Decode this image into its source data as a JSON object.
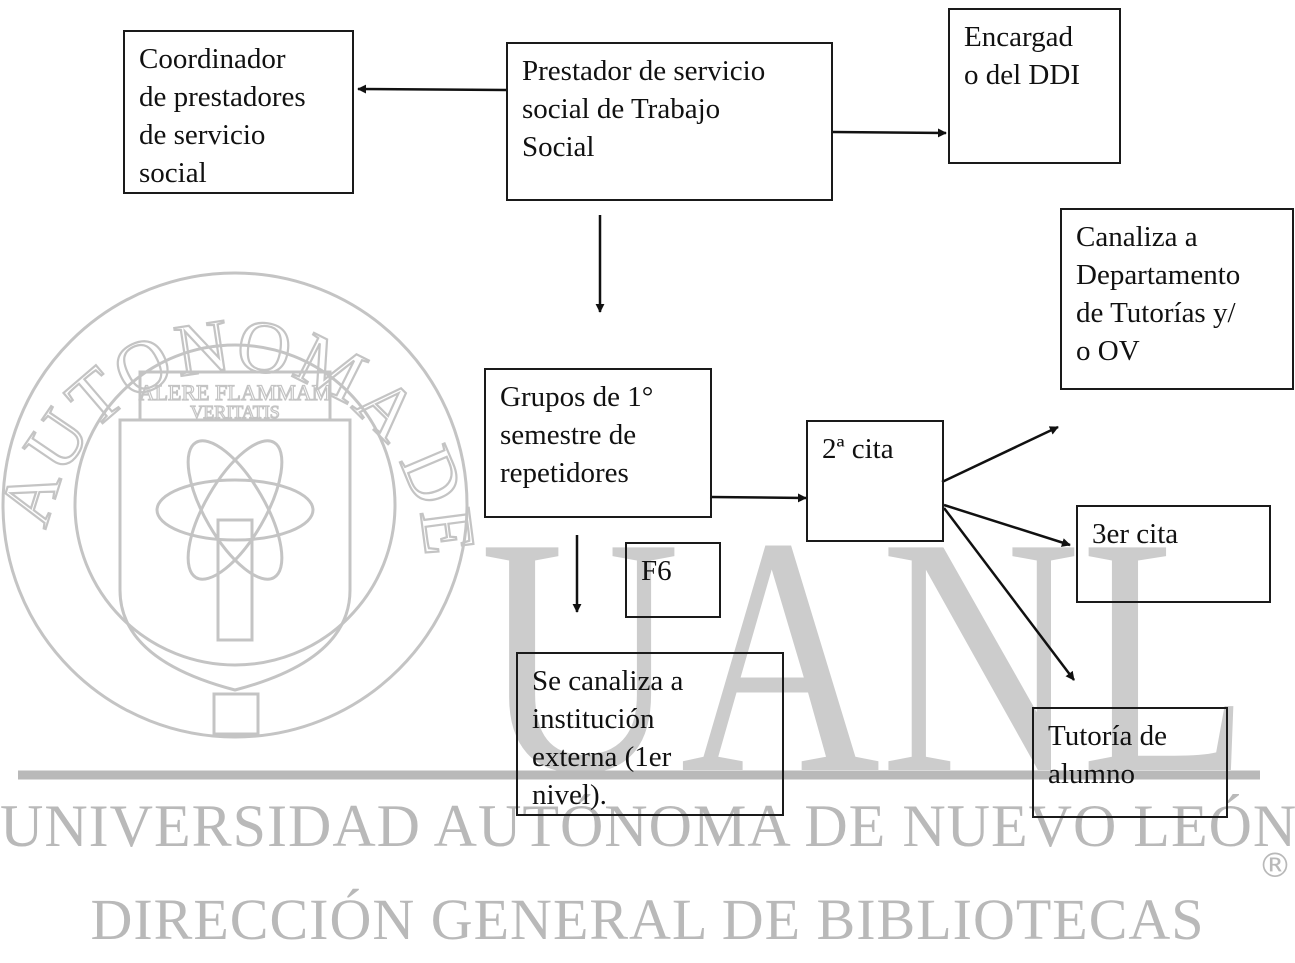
{
  "boxes": {
    "coordinador": [
      "Coordinador",
      "de prestadores",
      "de servicio",
      "social"
    ],
    "prestador": [
      "Prestador de servicio",
      "social de Trabajo",
      "Social"
    ],
    "encargado": [
      "Encargad",
      "o del DDI"
    ],
    "canaliza": [
      "Canaliza a",
      "Departamento",
      "de Tutorías y/",
      "o OV"
    ],
    "grupos": [
      "Grupos de 1°",
      "semestre de",
      "repetidores"
    ],
    "segunda_cita": [
      "2ª cita"
    ],
    "tercera_cita": [
      "3er cita"
    ],
    "f6": [
      "F6"
    ],
    "externa": [
      "Se canaliza a",
      "institución",
      "externa (1er",
      "nivel)."
    ],
    "tutoria": [
      "Tutoría de",
      "alumno"
    ]
  },
  "watermark": {
    "letters": "UANL",
    "line1": "UNIVERSIDAD AUTÓNOMA DE NUEVO LEÓN",
    "line2": "DIRECCIÓN GENERAL DE BIBLIOTECAS",
    "registered": "®",
    "seal_ring": "UNIVERSIDAD AUTONOMA DE NUEVO LEON",
    "seal_motto_1": "ALERE FLAMMAM",
    "seal_motto_2": "VERITATIS",
    "color": "#b9b9b9"
  }
}
